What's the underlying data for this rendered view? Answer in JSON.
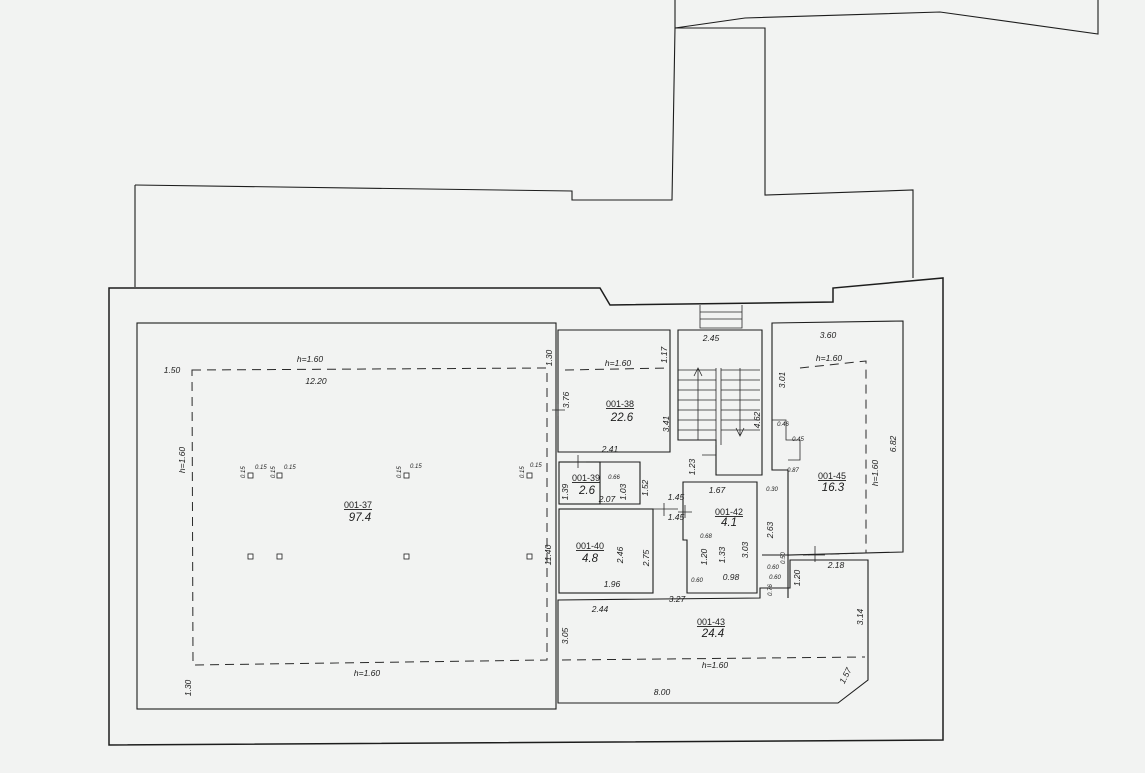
{
  "rooms": [
    {
      "id": "001-37",
      "area": "97.4"
    },
    {
      "id": "001-38",
      "area": "22.6"
    },
    {
      "id": "001-39",
      "area": "2.6"
    },
    {
      "id": "001-40",
      "area": "4.8"
    },
    {
      "id": "001-42",
      "area": "4.1"
    },
    {
      "id": "001-43",
      "area": "24.4"
    },
    {
      "id": "001-45",
      "area": "16.3"
    }
  ],
  "heights": {
    "h160": "h=1.60"
  },
  "dims": {
    "d12_20": "12.20",
    "d1_50": "1.50",
    "d1_30": "1.30",
    "d11_40": "11.40",
    "d3_76": "3.76",
    "d1_17": "1.17",
    "d3_41": "3.41",
    "d2_41": "2.41",
    "d2_45": "2.45",
    "d3_60": "3.60",
    "d3_01": "3.01",
    "d0_46": "0.46",
    "d0_45": "0.45",
    "d0_87": "0.87",
    "d0_30": "0.30",
    "d6_82": "6.82",
    "d2_63": "2.63",
    "d0_50": "0.50",
    "d2_18": "2.18",
    "d1_20": "1.20",
    "d0_76": "0.76",
    "d0_60": "0.60",
    "d3_14": "3.14",
    "d1_57": "1.57",
    "d8_00": "8.00",
    "d3_05": "3.05",
    "d2_44": "2.44",
    "d3_27": "3.27",
    "d1_67": "1.67",
    "d1_23": "1.23",
    "d4_62": "4.62",
    "d1_45": "1.45",
    "d1_52": "1.52",
    "d2_07": "2.07",
    "d1_03": "1.03",
    "d0_66": "0.66",
    "d1_39": "1.39",
    "d2_46": "2.46",
    "d2_75": "2.75",
    "d1_96": "1.96",
    "d0_68": "0.68",
    "d1_33": "1.33",
    "d3_03": "3.03",
    "d0_98": "0.98",
    "d0_15": "0.15"
  }
}
